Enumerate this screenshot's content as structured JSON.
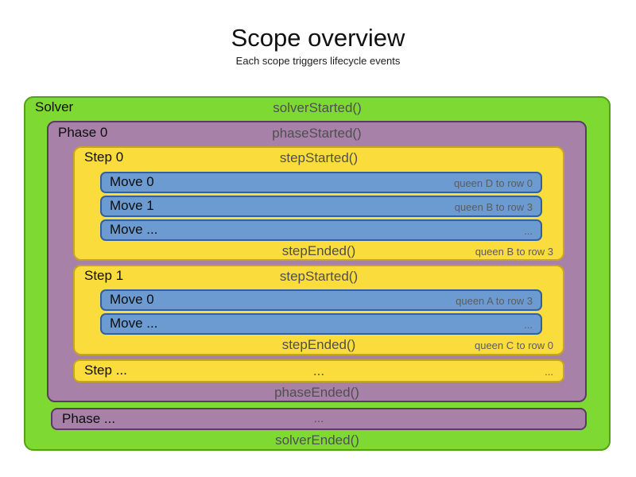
{
  "title": "Scope overview",
  "subtitle": "Each scope triggers lifecycle events",
  "colors": {
    "solver_green": "#7eda33",
    "phase_purple": "#a781a8",
    "step_yellow": "#fbdc3d",
    "move_blue": "#6c9bd2",
    "lifecycle_text": "#4f4f4f",
    "note_text": "#5c5c5c"
  },
  "solver": {
    "label": "Solver",
    "started": "solverStarted()",
    "ended": "solverEnded()",
    "phase": {
      "label": "Phase 0",
      "started": "phaseStarted()",
      "ended": "phaseEnded()",
      "steps": [
        {
          "label": "Step 0",
          "started": "stepStarted()",
          "ended": "stepEnded()",
          "ended_note": "queen B to row 3",
          "moves": [
            {
              "label": "Move 0",
              "note": "queen D to row 0"
            },
            {
              "label": "Move 1",
              "note": "queen B to row 3"
            },
            {
              "label": "Move ...",
              "note": "..."
            }
          ]
        },
        {
          "label": "Step 1",
          "started": "stepStarted()",
          "ended": "stepEnded()",
          "ended_note": "queen C to row 0",
          "moves": [
            {
              "label": "Move 0",
              "note": "queen A to row 3"
            },
            {
              "label": "Move ...",
              "note": "..."
            }
          ]
        }
      ],
      "step_more": {
        "label": "Step ...",
        "center": "...",
        "right": "..."
      }
    },
    "phase_more": {
      "label": "Phase ...",
      "center": "..."
    }
  }
}
